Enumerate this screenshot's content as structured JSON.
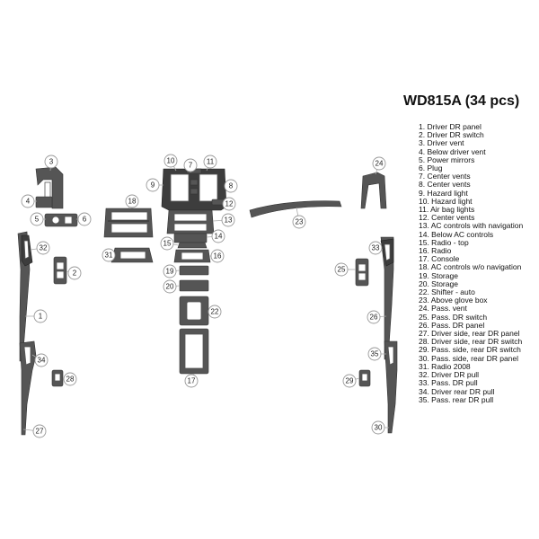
{
  "header": {
    "title": "WD815A (34 pcs)"
  },
  "legend": {
    "items": [
      "1. Driver DR panel",
      "2. Driver DR switch",
      "3. Driver vent",
      "4. Below driver vent",
      "5. Power mirrors",
      "6. Plug",
      "7. Center vents",
      "8. Center vents",
      "9. Hazard light",
      "10. Hazard light",
      "11. Air bag lights",
      "12. Center vents",
      "13. AC controls with navigation",
      "14. Below AC controls",
      "15. Radio - top",
      "16. Radio",
      "17. Console",
      "18. AC controls w/o navigation",
      "19. Storage",
      "20. Storage",
      "22. Shifter - auto",
      "23. Above glove box",
      "24. Pass. vent",
      "25. Pass. DR switch",
      "26. Pass. DR panel",
      "27. Driver side, rear DR panel",
      "28. Driver side, rear DR switch",
      "29. Pass. side, rear DR switch",
      "30. Pass. side, rear DR panel",
      "31. Radio 2008",
      "32. Driver DR pull",
      "33. Pass. DR pull",
      "34. Driver  rear DR pull",
      "35. Pass. rear DR pull"
    ]
  },
  "callouts": [
    "1",
    "2",
    "3",
    "4",
    "5",
    "6",
    "7",
    "8",
    "9",
    "10",
    "11",
    "12",
    "13",
    "14",
    "15",
    "16",
    "17",
    "18",
    "19",
    "20",
    "22",
    "23",
    "24",
    "25",
    "26",
    "27",
    "28",
    "29",
    "30",
    "31",
    "32",
    "33",
    "34",
    "35"
  ]
}
